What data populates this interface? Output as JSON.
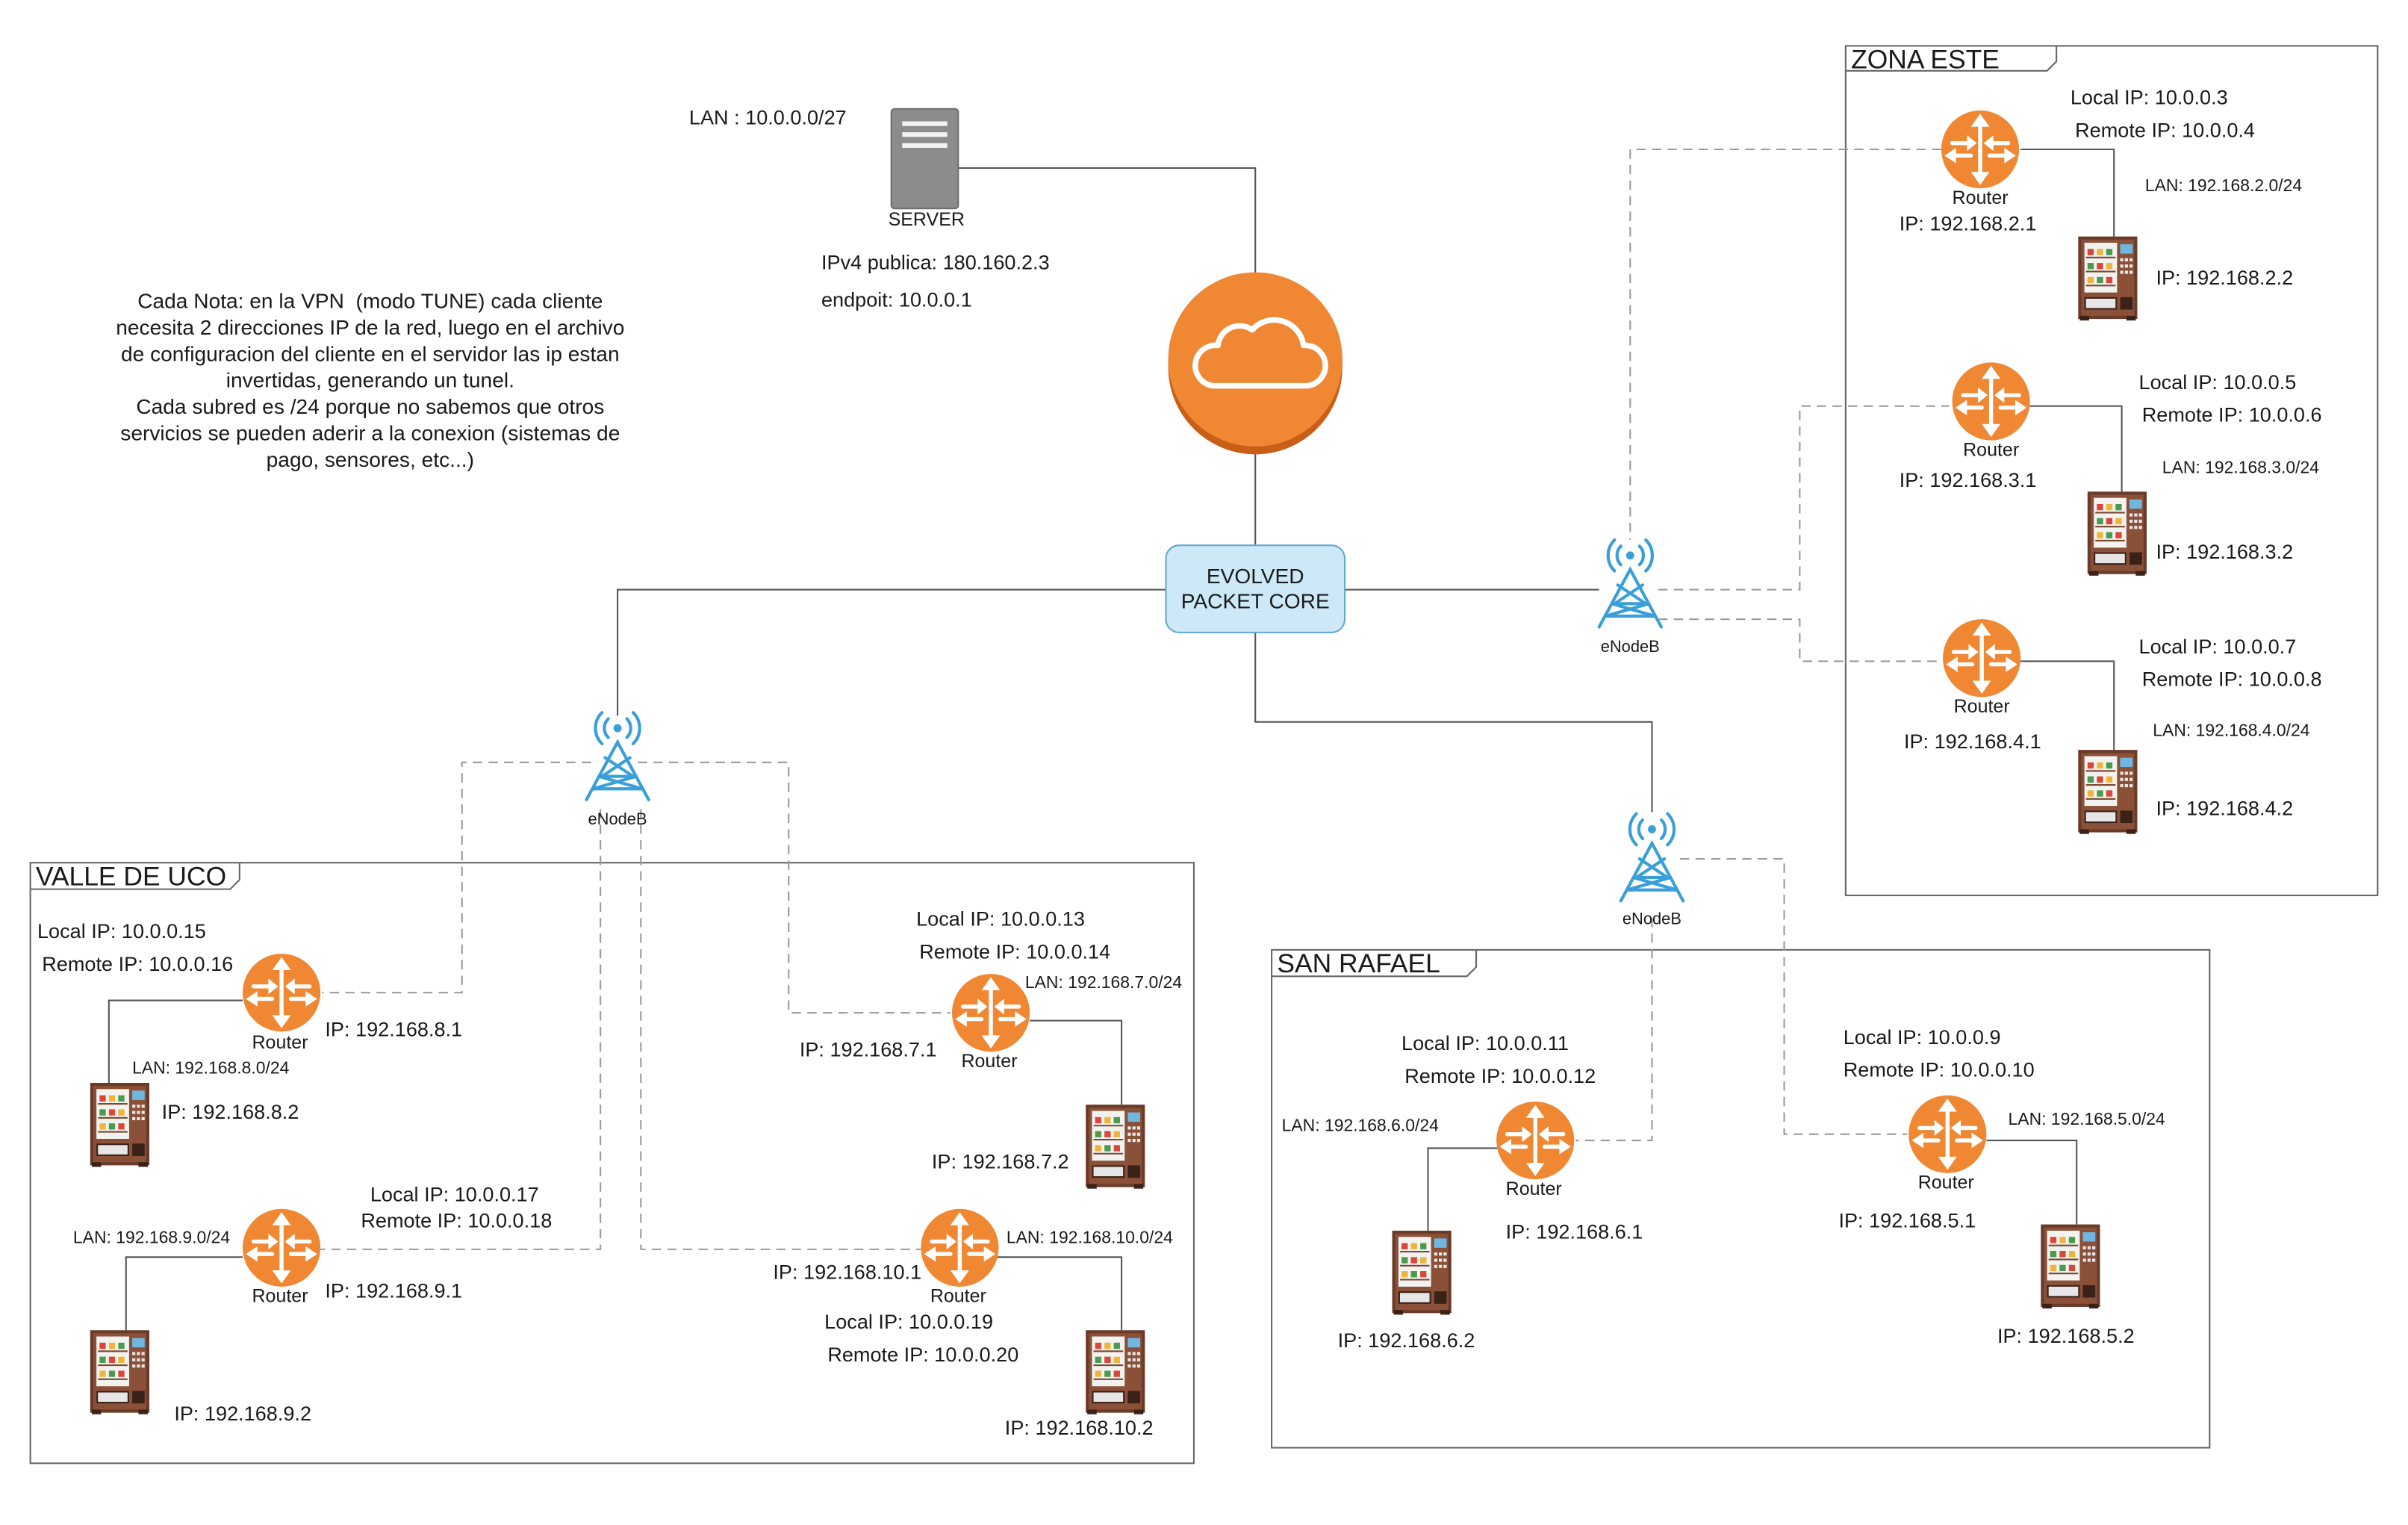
{
  "colors": {
    "router": "#f08733",
    "cloud": "#f08733",
    "cloud_shadow": "#c95f17",
    "epc_fill": "#cde8f6",
    "epc_stroke": "#5fa8cf",
    "antenna": "#3a9fd8",
    "line": "#555555",
    "dashed": "#9a9a9a",
    "zone_border": "#666666"
  },
  "server": {
    "icon": "server-icon",
    "label": "SERVER",
    "lan": "LAN : 10.0.0.0/27",
    "ipv4": "IPv4 publica: 180.160.2.3",
    "endpoint": "endpoit: 10.0.0.1"
  },
  "cloud": {
    "icon": "cloud-icon"
  },
  "epc": {
    "line1": "EVOLVED",
    "line2": "PACKET CORE"
  },
  "note": {
    "lines": [
      "Cada Nota: en la VPN  (modo TUNE) cada cliente",
      "necesita 2 direcciones IP de la red, luego en el archivo",
      "de configuracion del cliente en el servidor las ip estan",
      "invertidas, generando un tunel.",
      "Cada subred es /24 porque no sabemos que otros",
      "servicios se pueden aderir a la conexion (sistemas de",
      "pago, sensores, etc...)"
    ]
  },
  "enodeb_label": "eNodeB",
  "router_label": "Router",
  "zones": {
    "este": {
      "title": "ZONA ESTE",
      "sites": [
        {
          "local": "Local IP: 10.0.0.3",
          "remote": "Remote IP: 10.0.0.4",
          "lan": "LAN: 192.168.2.0/24",
          "router_ip": "IP: 192.168.2.1",
          "device_ip": "IP: 192.168.2.2"
        },
        {
          "local": "Local IP: 10.0.0.5",
          "remote": "Remote IP: 10.0.0.6",
          "lan": "LAN: 192.168.3.0/24",
          "router_ip": "IP: 192.168.3.1",
          "device_ip": "IP: 192.168.3.2"
        },
        {
          "local": "Local IP: 10.0.0.7",
          "remote": "Remote IP: 10.0.0.8",
          "lan": "LAN: 192.168.4.0/24",
          "router_ip": "IP: 192.168.4.1",
          "device_ip": "IP: 192.168.4.2"
        }
      ]
    },
    "uco": {
      "title": "VALLE DE UCO",
      "sites": [
        {
          "local": "Local IP: 10.0.0.15",
          "remote": "Remote IP: 10.0.0.16",
          "lan": "LAN: 192.168.8.0/24",
          "router_ip": "IP: 192.168.8.1",
          "device_ip": "IP: 192.168.8.2"
        },
        {
          "local": "Local IP: 10.0.0.17",
          "remote": "Remote IP: 10.0.0.18",
          "lan": "LAN: 192.168.9.0/24",
          "router_ip": "IP: 192.168.9.1",
          "device_ip": "IP: 192.168.9.2"
        },
        {
          "local": "Local IP: 10.0.0.13",
          "remote": "Remote IP: 10.0.0.14",
          "lan": "LAN: 192.168.7.0/24",
          "router_ip": "IP: 192.168.7.1",
          "device_ip": "IP: 192.168.7.2"
        },
        {
          "local": "Local IP: 10.0.0.19",
          "remote": "Remote IP: 10.0.0.20",
          "lan": "LAN: 192.168.10.0/24",
          "router_ip": "IP: 192.168.10.1",
          "device_ip": "IP: 192.168.10.2"
        }
      ]
    },
    "rafael": {
      "title": "SAN RAFAEL",
      "sites": [
        {
          "local": "Local IP: 10.0.0.11",
          "remote": "Remote IP: 10.0.0.12",
          "lan": "LAN: 192.168.6.0/24",
          "router_ip": "IP: 192.168.6.1",
          "device_ip": "IP: 192.168.6.2"
        },
        {
          "local": "Local IP: 10.0.0.9",
          "remote": "Remote IP: 10.0.0.10",
          "lan": "LAN: 192.168.5.0/24",
          "router_ip": "IP: 192.168.5.1",
          "device_ip": "IP: 192.168.5.2"
        }
      ]
    }
  }
}
